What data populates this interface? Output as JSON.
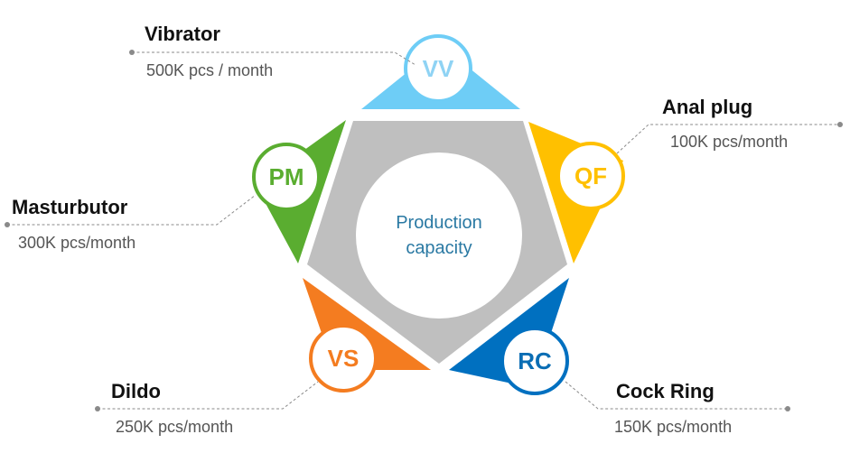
{
  "center": {
    "line1": "Production",
    "line2": "capacity"
  },
  "segments": [
    {
      "code": "VV",
      "name": "Vibrator",
      "capacity": "500K pcs / month",
      "color": "#6ecdf6",
      "badge_text_color": "#8fd3f4"
    },
    {
      "code": "QF",
      "name": "Anal plug",
      "capacity": "100K pcs/month",
      "color": "#ffc000",
      "badge_text_color": "#ffc000"
    },
    {
      "code": "RC",
      "name": "Cock Ring",
      "capacity": "150K pcs/month",
      "color": "#0070c0",
      "badge_text_color": "#0a6db4"
    },
    {
      "code": "VS",
      "name": "Dildo",
      "capacity": "250K pcs/month",
      "color": "#f47c20",
      "badge_text_color": "#f47c20"
    },
    {
      "code": "PM",
      "name": "Masturbutor",
      "capacity": "300K pcs/month",
      "color": "#5aad30",
      "badge_text_color": "#5aad30"
    }
  ],
  "colors": {
    "pentagon": "#bfbfbf",
    "center_text": "#2a79a3",
    "label_name": "#111111",
    "label_capacity": "#555555",
    "leader": "#8a8a8a"
  }
}
